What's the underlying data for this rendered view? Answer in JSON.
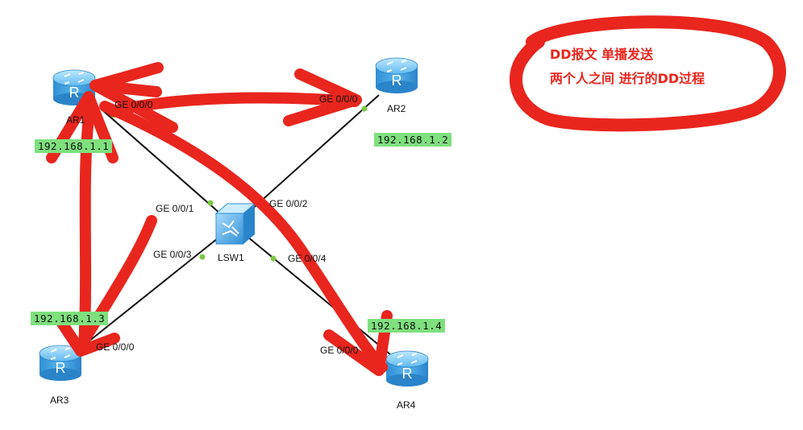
{
  "devices": {
    "ar1": {
      "name": "AR1",
      "port": "GE 0/0/0",
      "ip": "192.168.1.1"
    },
    "ar2": {
      "name": "AR2",
      "port": "GE 0/0/0",
      "ip": "192.168.1.2"
    },
    "ar3": {
      "name": "AR3",
      "port": "GE 0/0/0",
      "ip": "192.168.1.3"
    },
    "ar4": {
      "name": "AR4",
      "port": "GE 0/0/0",
      "ip": "192.168.1.4"
    },
    "lsw1": {
      "name": "LSW1",
      "ports": {
        "p1": "GE 0/0/1",
        "p2": "GE 0/0/2",
        "p3": "GE 0/0/3",
        "p4": "GE 0/0/4"
      }
    }
  },
  "annotation": {
    "line1": "DD报文    单播发送",
    "line2": "两个人之间 进行的DD过程"
  },
  "icons": {
    "router": "router-icon",
    "switch": "switch-icon"
  },
  "colors": {
    "link": "#111111",
    "port_dot": "#7ac943",
    "ip_bg": "#7ee07e",
    "scribble": "#e8261e",
    "device": "#3aa7e6"
  }
}
